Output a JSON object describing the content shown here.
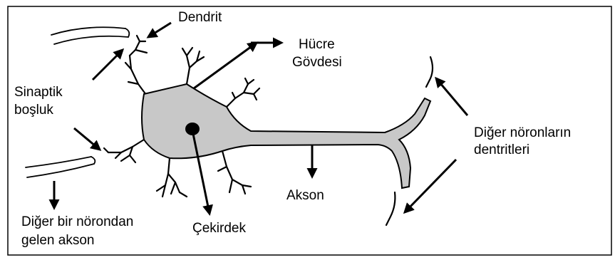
{
  "labels": {
    "dendrit": "Dendrit",
    "hucre_govdesi_line1": "Hücre",
    "hucre_govdesi_line2": "Gövdesi",
    "sinaptik_line1": "Sinaptik",
    "sinaptik_line2": "boşluk",
    "diger_noronlarin_line1": "Diğer nöronların",
    "diger_noronlarin_line2": "dentritleri",
    "akson": "Akson",
    "cekirdek": "Çekirdek",
    "gelen_akson_line1": "Diğer bir nörondan",
    "gelen_akson_line2": "gelen akson"
  },
  "colors": {
    "cell_fill": "#c8c8c8",
    "outline": "#000000",
    "arrow": "#000000",
    "frame": "#000000"
  }
}
